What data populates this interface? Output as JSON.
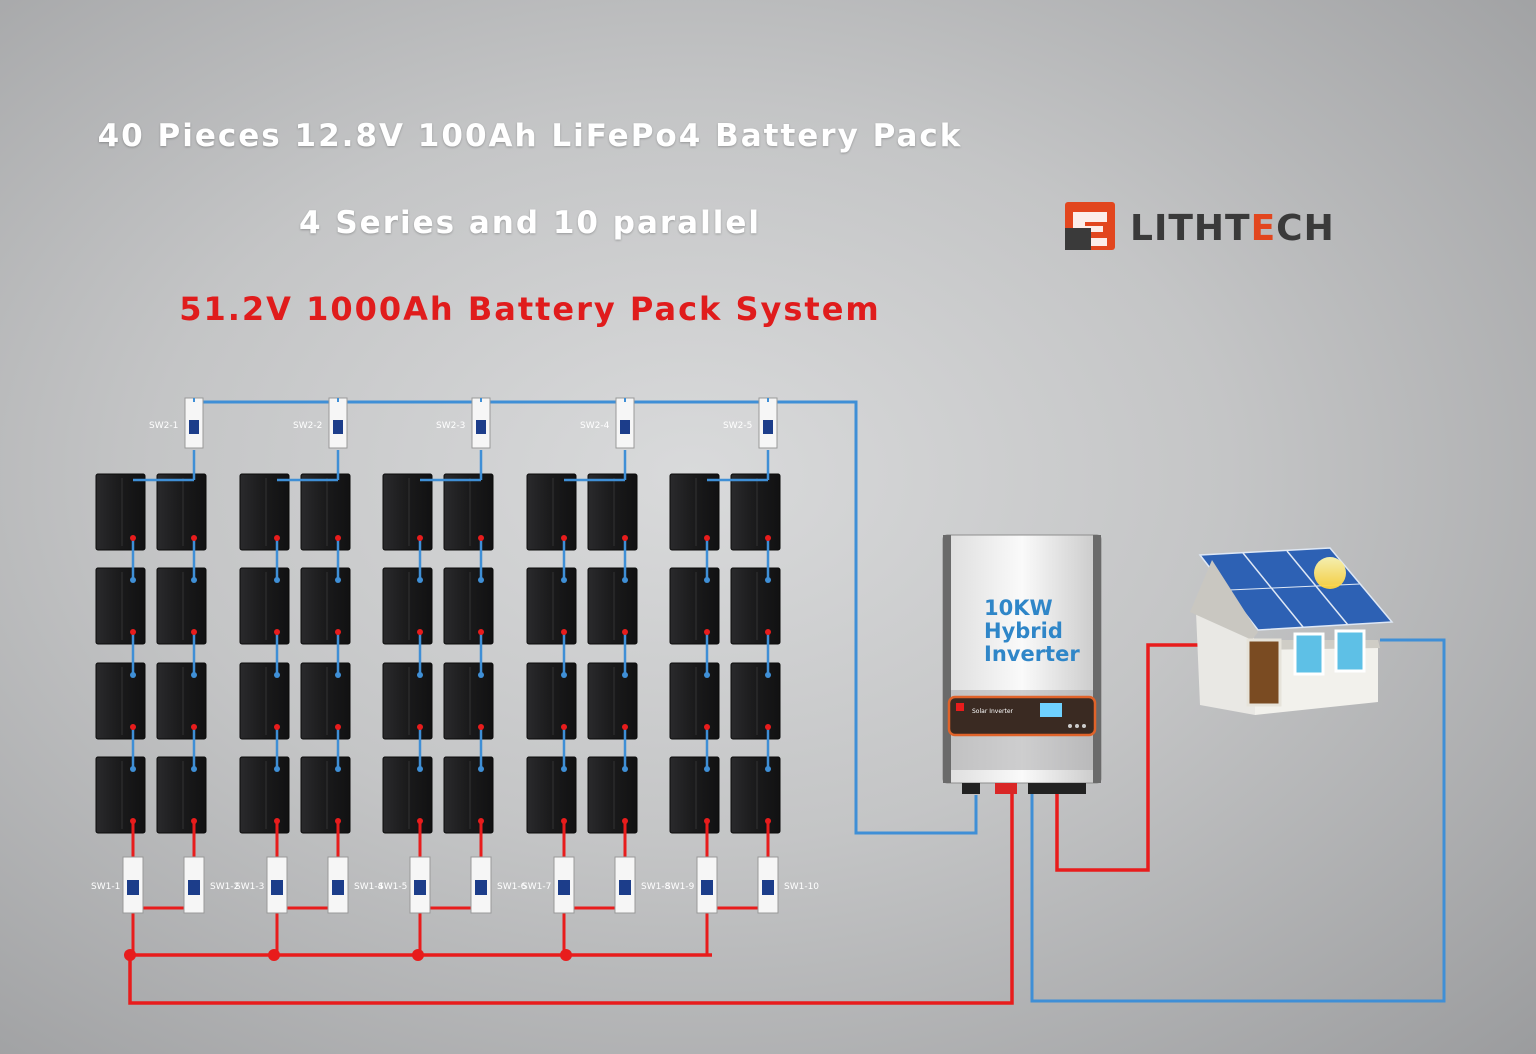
{
  "header": {
    "line1": "40 Pieces 12.8V 100Ah LiFePo4 Battery Pack",
    "line2": "4 Series and 10 parallel",
    "line3": "51.2V 1000Ah Battery Pack System"
  },
  "logo": {
    "text_main": "LITHT",
    "text_accent": "E",
    "text_end": "CH"
  },
  "top_breakers": [
    "SW2-1",
    "SW2-2",
    "SW2-3",
    "SW2-4",
    "SW2-5"
  ],
  "bottom_breakers": [
    "SW1-1",
    "SW1-2",
    "SW1-3",
    "SW1-4",
    "SW1-5",
    "SW1-6",
    "SW1-7",
    "SW1-8",
    "SW1-9",
    "SW1-10"
  ],
  "inverter": {
    "line1": "10KW",
    "line2": "Hybrid",
    "line3": "Inverter",
    "panel_text": "Solar Inverter"
  },
  "colors": {
    "positive": "#e81c1c",
    "negative": "#3f8fd6",
    "battery": "#1c1c1e",
    "title_highlight": "#e01c1c",
    "logo_accent": "#e2461e"
  },
  "icons": [
    "lithtech-logo-icon",
    "battery-icon",
    "breaker-icon",
    "inverter-icon",
    "house-icon",
    "solar-panel-icon",
    "sun-icon"
  ]
}
